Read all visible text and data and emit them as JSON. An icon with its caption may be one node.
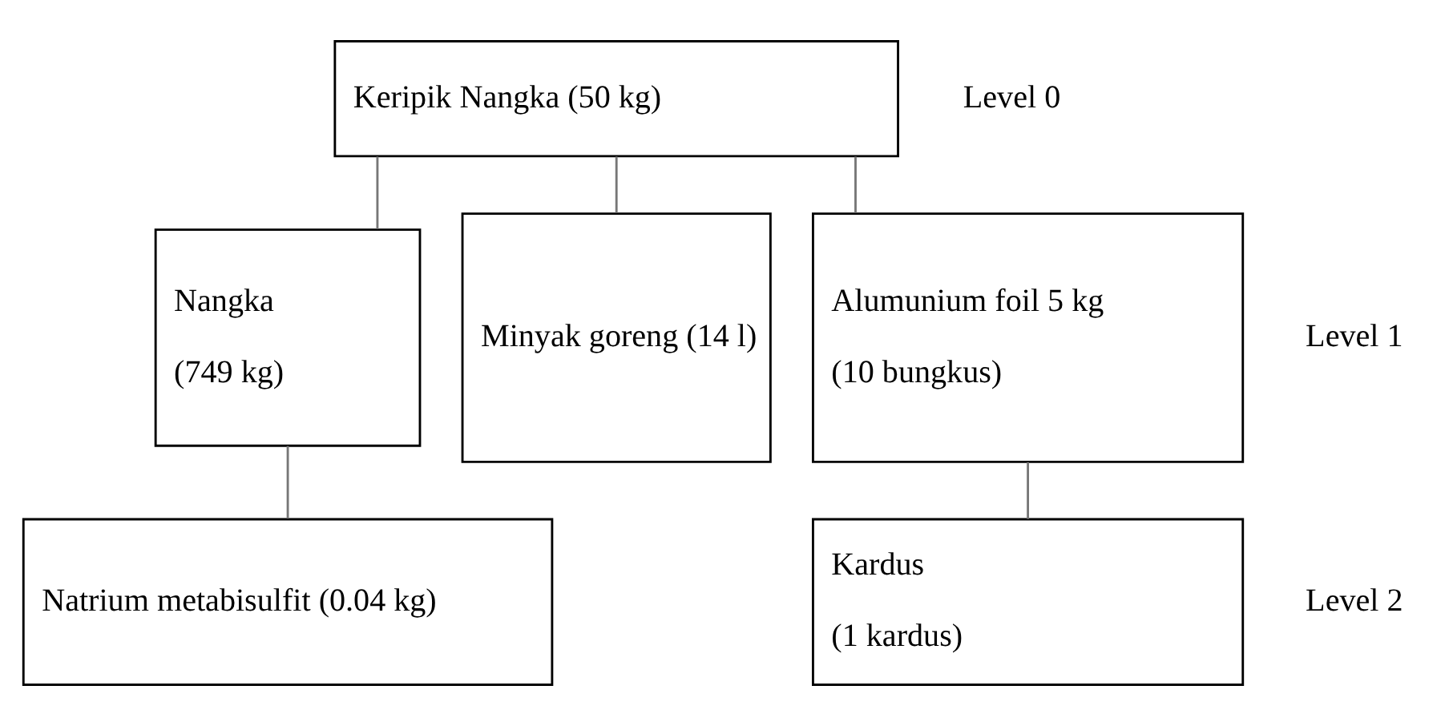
{
  "diagram": {
    "nodes": [
      {
        "text": [
          "Keripik Nangka (50 kg)"
        ]
      },
      {
        "text": [
          "Nangka",
          "(749 kg)"
        ]
      },
      {
        "text": [
          "Minyak goreng (14 l)"
        ]
      },
      {
        "text": [
          "Alumunium foil 5 kg",
          "(10 bungkus)"
        ]
      },
      {
        "text": [
          "Natrium metabisulfit (0.04 kg)"
        ]
      },
      {
        "text": [
          "Kardus",
          "(1 kardus)"
        ]
      }
    ],
    "edges": [
      {
        "from": 0,
        "to": 1,
        "arrow": "none"
      },
      {
        "from": 0,
        "to": 2,
        "arrow": "none"
      },
      {
        "from": 0,
        "to": 3,
        "arrow": "none"
      },
      {
        "from": 1,
        "to": 4,
        "arrow": "none"
      },
      {
        "from": 3,
        "to": 5,
        "arrow": "none"
      }
    ],
    "labels": [
      "Level 0",
      "Level 1",
      "Level 2"
    ]
  }
}
